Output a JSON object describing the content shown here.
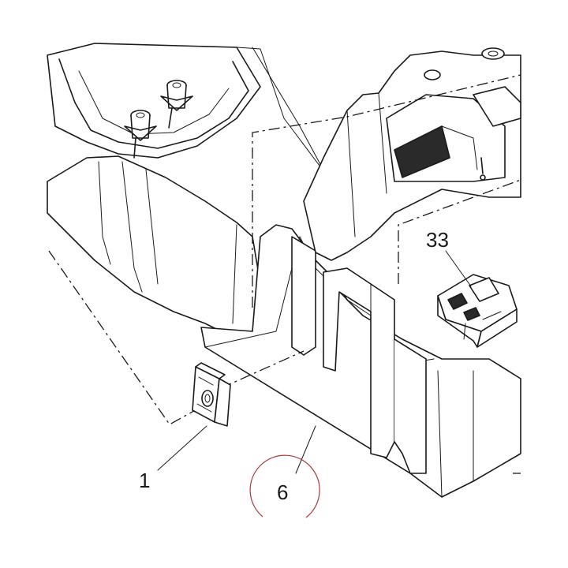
{
  "callouts": {
    "part_1": "1",
    "part_6": "6",
    "part_33": "33"
  },
  "colors": {
    "ink": "#1a1a1a",
    "paper": "#ffffff",
    "highlight_circle": "#b03a3a"
  }
}
